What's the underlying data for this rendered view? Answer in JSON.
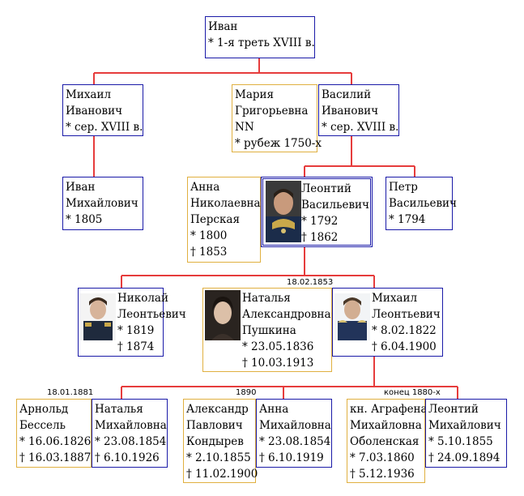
{
  "colors": {
    "line": "#e63c3c",
    "male_border": "#1a1aa8",
    "female_border": "#e0b040"
  },
  "persons": {
    "ivan": [
      "Иван",
      "* 1-я треть XVIII в."
    ],
    "mikhail_iv": [
      "Михаил",
      "Иванович",
      "* сер. XVIII в."
    ],
    "maria": [
      "Мария",
      "Григорьевна",
      "NN",
      "* рубеж 1750-х"
    ],
    "vasily": [
      "Василий",
      "Иванович",
      "* сер. XVIII в."
    ],
    "ivan_m": [
      "Иван",
      "Михайлович",
      "* 1805"
    ],
    "anna_n": [
      "Анна",
      "Николаевна",
      "Перская",
      "* 1800",
      "† 1853"
    ],
    "leonty": [
      "Леонтий",
      "Васильевич",
      "* 1792",
      "† 1862"
    ],
    "petr": [
      "Петр",
      "Васильевич",
      "* 1794"
    ],
    "nikolai": [
      "Николай",
      "Леонтьевич",
      "* 1819",
      "† 1874"
    ],
    "natalia_p": [
      "Наталья",
      "Александровна",
      "Пушкина",
      "* 23.05.1836",
      "† 10.03.1913"
    ],
    "mikhail_l": [
      "Михаил",
      "Леонтьевич",
      "* 8.02.1822",
      "† 6.04.1900"
    ],
    "arnold": [
      "Арнольд",
      "Бессель",
      "* 16.06.1826",
      "† 16.03.1887"
    ],
    "natalia_m": [
      "Наталья",
      "Михайловна",
      "* 23.08.1854",
      "† 6.10.1926"
    ],
    "alexandr": [
      "Александр",
      "Павлович",
      "Кондырев",
      "* 2.10.1855",
      "† 11.02.1900"
    ],
    "anna_m": [
      "Анна",
      "Михайловна",
      "* 23.08.1854",
      "† 6.10.1919"
    ],
    "agrafena": [
      "кн. Аграфена",
      "Михайловна",
      "Оболенская",
      "* 7.03.1860",
      "† 5.12.1936"
    ],
    "leonty_m": [
      "Леонтий",
      "Михайлович",
      "* 5.10.1855",
      "† 24.09.1894"
    ]
  },
  "marriage_labels": {
    "leonty_natalia": "18.02.1853",
    "arnold_natalia": "18.01.1881",
    "alexandr_anna": "1890",
    "agrafena_leonty": "конец 1880-х"
  }
}
